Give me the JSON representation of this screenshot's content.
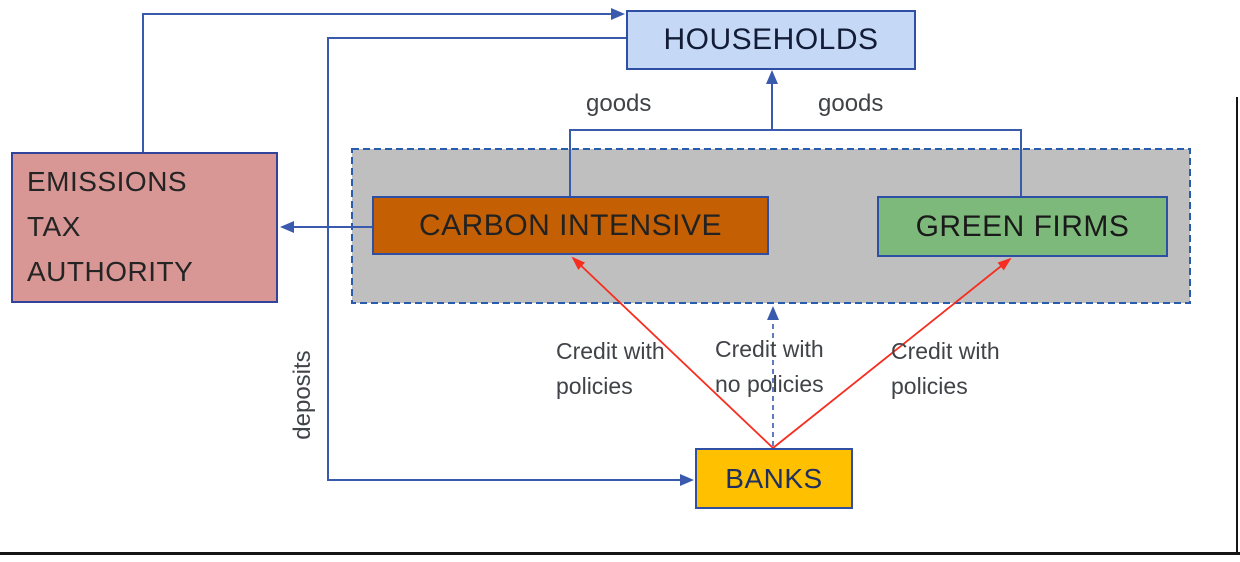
{
  "nodes": {
    "households": {
      "label": "HOUSEHOLDS",
      "fill": "#C5D9F6",
      "border": "#2E4FA3"
    },
    "emissions_tax_authority": {
      "lines": [
        "EMISSIONS",
        "TAX",
        "AUTHORITY"
      ],
      "fill": "#D89694",
      "border": "#31439B"
    },
    "firms_sector": {
      "fill": "#BFBFBF",
      "border": "#2A5CAD",
      "border_style": "dashed"
    },
    "carbon_intensive": {
      "label": "CARBON INTENSIVE",
      "fill": "#C55F04",
      "border": "#2E4FA3"
    },
    "green_firms": {
      "label": "GREEN FIRMS",
      "fill": "#7DB97A",
      "border": "#2E4FA3"
    },
    "banks": {
      "label": "BANKS",
      "fill": "#FFC000",
      "border": "#2E4FA3"
    }
  },
  "edge_labels": {
    "goods_left": "goods",
    "goods_right": "goods",
    "deposits": "deposits",
    "credit_left": [
      "Credit with",
      "policies"
    ],
    "credit_middle": [
      "Credit with",
      "no policies"
    ],
    "credit_right": [
      "Credit with",
      "policies"
    ]
  },
  "edges": [
    {
      "from": "emissions_tax_authority",
      "to": "households",
      "style": "solid",
      "color": "#3A5BAD"
    },
    {
      "from": "households",
      "to": "banks",
      "label": "deposits",
      "style": "solid",
      "color": "#3A5BAD"
    },
    {
      "from": "carbon_intensive",
      "to": "households",
      "label": "goods",
      "style": "solid",
      "color": "#3A5BAD"
    },
    {
      "from": "green_firms",
      "to": "households",
      "label": "goods",
      "style": "solid",
      "color": "#3A5BAD"
    },
    {
      "from": "firms_sector",
      "to": "emissions_tax_authority",
      "style": "solid",
      "color": "#3A5BAD"
    },
    {
      "from": "banks",
      "to": "carbon_intensive",
      "label": "Credit with policies",
      "style": "solid",
      "color": "#F62E20"
    },
    {
      "from": "banks",
      "to": "firms_sector",
      "label": "Credit with no policies",
      "style": "dashed",
      "color": "#3A5BAD"
    },
    {
      "from": "banks",
      "to": "green_firms",
      "label": "Credit with policies",
      "style": "solid",
      "color": "#F62E20"
    }
  ],
  "colors": {
    "arrow_blue": "#3A5BAD",
    "arrow_red": "#F62E20",
    "label_text": "#404347",
    "frame_line": "#151515"
  }
}
